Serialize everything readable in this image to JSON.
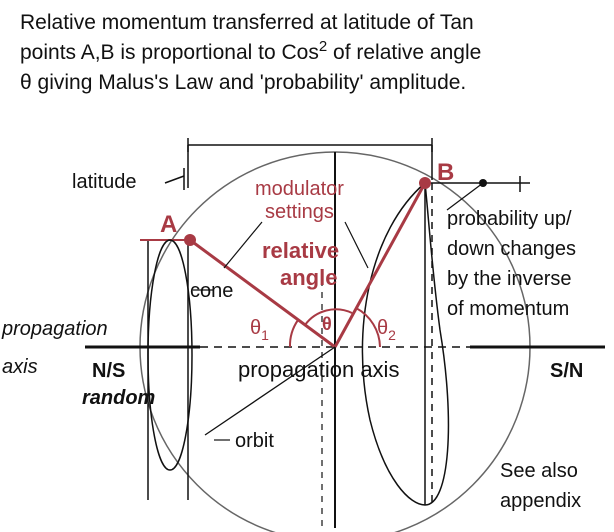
{
  "caption": {
    "line1": "Relative momentum transferred at latitude of Tan",
    "line2_pre": "points A,B is proportional to Cos",
    "line2_sup": "2",
    "line2_post": " of relative angle",
    "line3": "θ giving Malus's Law and 'probability' amplitude."
  },
  "labels": {
    "latitude": "latitude",
    "point_a": "A",
    "point_b": "B",
    "modulator_1": "modulator",
    "modulator_2": "settings",
    "relative_1": "relative",
    "relative_2": "angle",
    "cone": "cone",
    "theta": "θ",
    "theta1": "θ",
    "theta1_sub": "1",
    "theta2": "θ",
    "theta2_sub": "2",
    "prob_1": "probability up/",
    "prob_2": "down changes",
    "prob_3": "by the inverse",
    "prob_4": "of momentum",
    "prop_axis_left_1": "propagation",
    "prop_axis_left_2": "axis",
    "ns": "N/S",
    "random": "random",
    "prop_axis_center": "propagation axis",
    "sn": "S/N",
    "orbit": "orbit",
    "see_also_1": "See also",
    "see_also_2": "appendix"
  },
  "colors": {
    "accent": "#a83a44",
    "ink": "#111111",
    "circle": "#666666"
  }
}
